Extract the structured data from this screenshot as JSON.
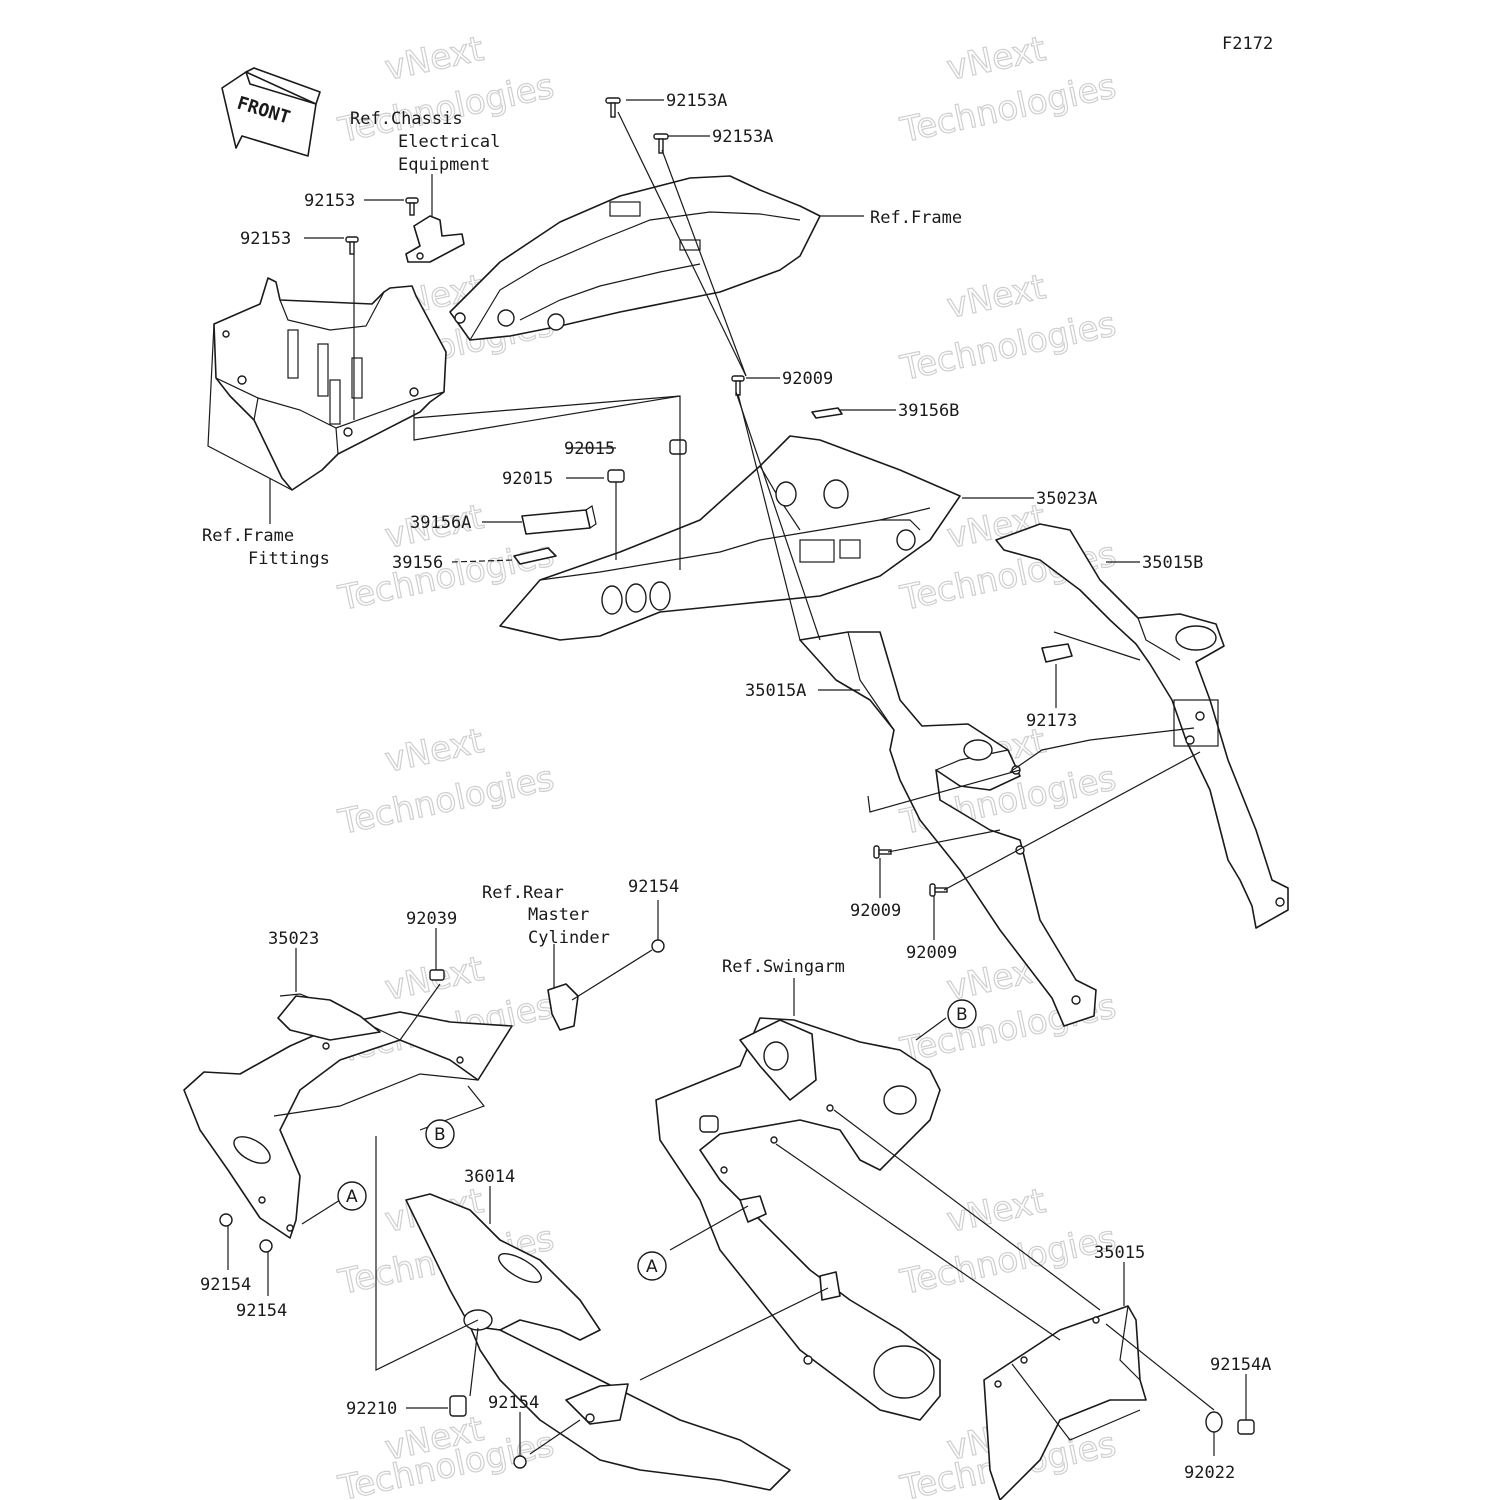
{
  "figure_code": "F2172",
  "front_arrow_label": "FRONT",
  "watermark": {
    "line1": "vNext",
    "line2": "Technologies"
  },
  "references": {
    "chassis_electrical": [
      "Ref.Chassis",
      "Electrical",
      "Equipment"
    ],
    "frame": "Ref.Frame",
    "frame_fittings": [
      "Ref.Frame",
      "Fittings"
    ],
    "rear_master_cylinder": [
      "Ref.Rear",
      "Master",
      "Cylinder"
    ],
    "swingarm": "Ref.Swingarm"
  },
  "callouts": {
    "a": "A",
    "b": "B"
  },
  "parts": {
    "p92153A_1": "92153A",
    "p92153A_2": "92153A",
    "p92153_1": "92153",
    "p92153_2": "92153",
    "p92009_1": "92009",
    "p39156B": "39156B",
    "p92015_1": "92015",
    "p92015_2": "92015",
    "p35023A": "35023A",
    "p39156A": "39156A",
    "p39156": "39156",
    "p35015B": "35015B",
    "p35015A": "35015A",
    "p92173": "92173",
    "p92009_2": "92009",
    "p92009_3": "92009",
    "p92154_top": "92154",
    "p92039": "92039",
    "p35023": "35023",
    "p92154_l1": "92154",
    "p92154_l2": "92154",
    "p36014": "36014",
    "p92210": "92210",
    "p92154_b": "92154",
    "p35015": "35015",
    "p92154A": "92154A",
    "p92022": "92022"
  }
}
